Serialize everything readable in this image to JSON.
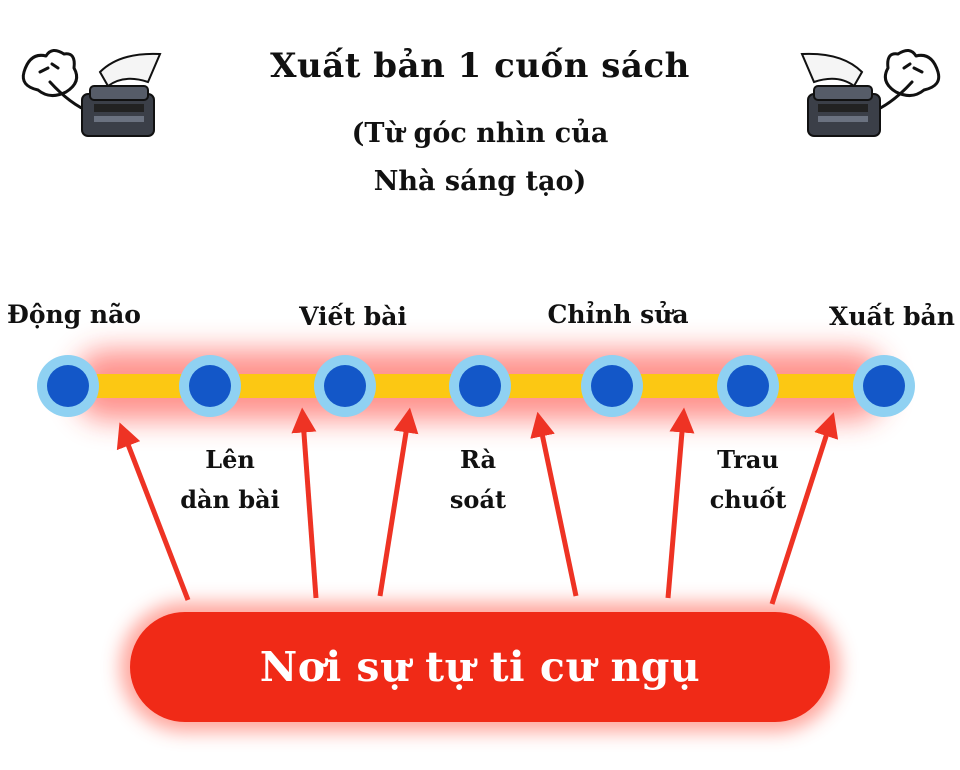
{
  "header": {
    "title": "Xuất bản 1 cuốn sách",
    "subtitle_line1": "(Từ góc nhìn của",
    "subtitle_line2": "Nhà sáng tạo)"
  },
  "stages": [
    "Động não",
    "Viết bài",
    "Chỉnh sửa",
    "Xuất bản"
  ],
  "in_between_steps": [
    {
      "line1": "Lên",
      "line2": "dàn bài"
    },
    {
      "line1": "Rà",
      "line2": "soát"
    },
    {
      "line1": "Trau",
      "line2": "chuốt"
    }
  ],
  "banner": {
    "text": "Nơi sự tự ti cư ngụ"
  },
  "colors": {
    "node_fill": "#1357c8",
    "node_ring": "#8fd1f2",
    "track": "#fcc813",
    "glow": "#ff3b30",
    "arrow": "#ee3324",
    "banner": "#f02a17"
  },
  "icons": [
    "writer-at-typewriter-icon"
  ]
}
